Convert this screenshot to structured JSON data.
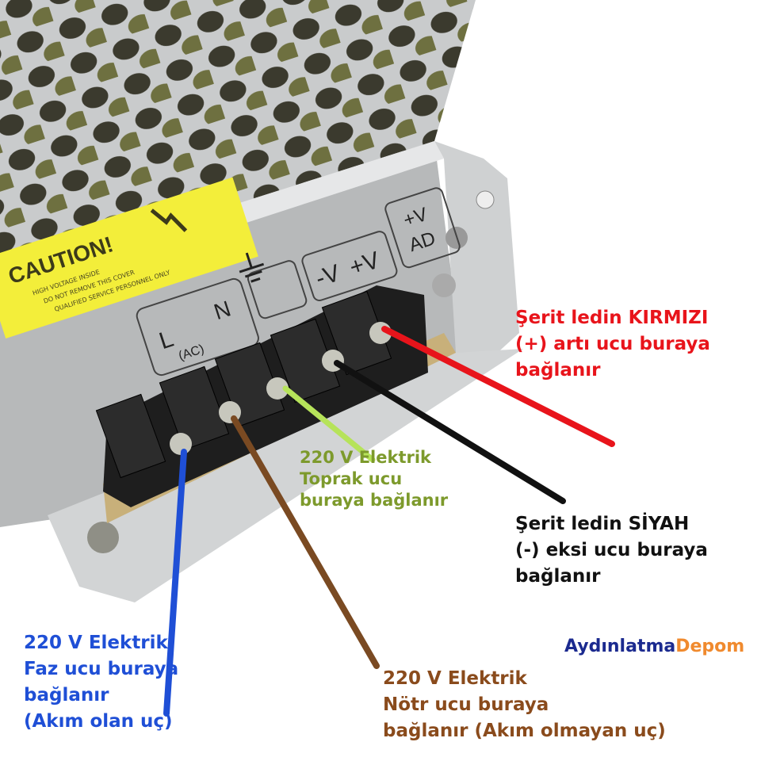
{
  "colors": {
    "red_wire": "#e8141b",
    "black_wire": "#111111",
    "green_wire": "#b6e35a",
    "brown_wire": "#7a4a22",
    "blue_wire": "#1f4fd6",
    "logo_blue": "#1b2a8f",
    "logo_orange": "#f08a2e",
    "caution_label": "#f3ee3a"
  },
  "device": {
    "caution": {
      "title": "CAUTION!",
      "lines": [
        "HIGH VOLTAGE INSIDE",
        "DO NOT REMOVE THIS COVER",
        "QUALIFIED SERVICE PERSONNEL ONLY"
      ],
      "icon": "lightning-bolt-icon"
    },
    "terminals": {
      "l": "L",
      "ac": "(AC)",
      "n": "N",
      "ground_icon": "ground-icon",
      "minus_v": "-V",
      "plus_v": "+V",
      "adj_top": "+V",
      "adj_bottom": "AD"
    }
  },
  "annotations": {
    "red": [
      "Şerit ledin KIRMIZI",
      "(+) artı ucu buraya",
      "bağlanır"
    ],
    "black": [
      "Şerit ledin SİYAH",
      "(-) eksi ucu buraya",
      "bağlanır"
    ],
    "green": [
      "220 V Elektrik",
      "Toprak ucu",
      "buraya bağlanır"
    ],
    "blue": [
      "220 V Elektrik",
      "Faz ucu buraya",
      "bağlanır",
      "(Akım olan uç)"
    ],
    "brown": [
      "220 V Elektrik",
      "Nötr ucu buraya",
      "bağlanır (Akım olmayan uç)"
    ]
  },
  "logo": {
    "part1": "Aydınlatma",
    "part2": "Depom"
  }
}
